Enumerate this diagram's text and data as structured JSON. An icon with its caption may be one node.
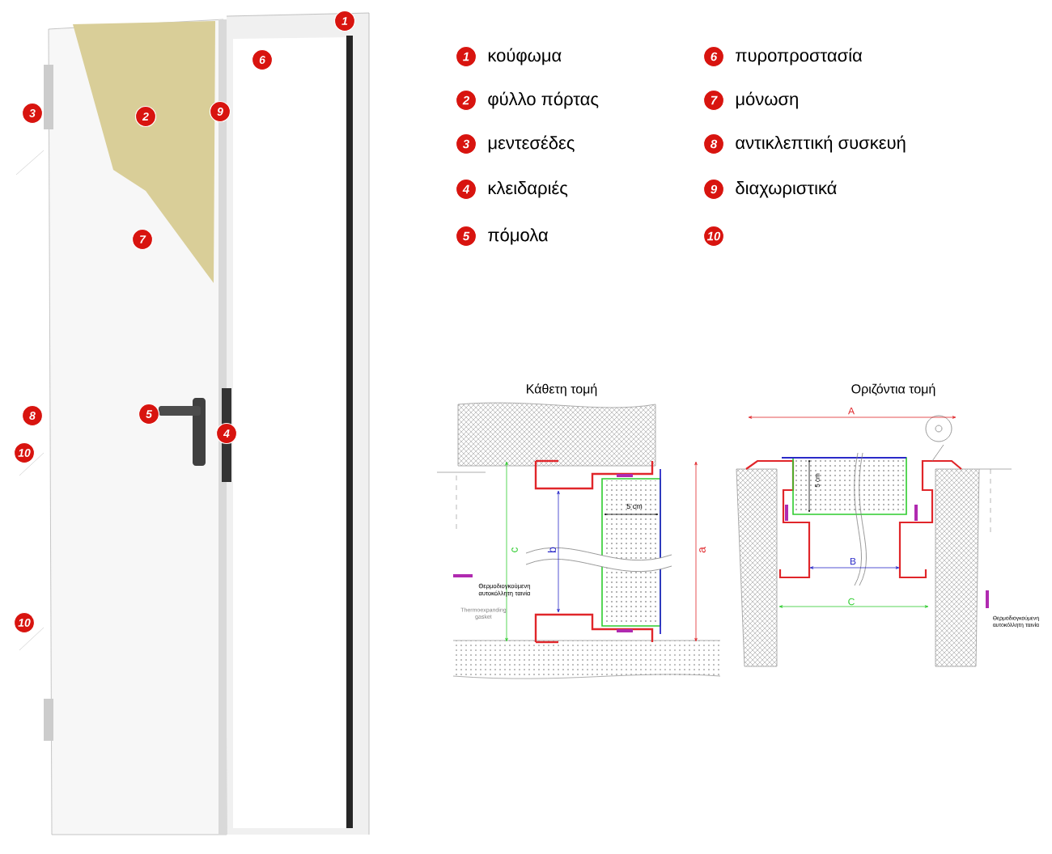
{
  "diagram": {
    "nodes": [
      {
        "text": [
          "1"
        ]
      },
      {
        "text": [
          "6"
        ]
      },
      {
        "text": [
          "3"
        ]
      },
      {
        "text": [
          "9"
        ]
      },
      {
        "text": [
          "2"
        ]
      },
      {
        "text": [
          "7"
        ]
      },
      {
        "text": [
          "8"
        ]
      },
      {
        "text": [
          "5"
        ]
      },
      {
        "text": [
          "4"
        ]
      },
      {
        "text": [
          "10"
        ]
      },
      {
        "text": [
          "10"
        ]
      },
      {
        "text": [
          "1"
        ],
        "beside": [
          "κούφωμα"
        ]
      },
      {
        "text": [
          "2"
        ],
        "beside": [
          "φύλλο πόρτας"
        ]
      },
      {
        "text": [
          "3"
        ],
        "beside": [
          "μεντεσέδες"
        ]
      },
      {
        "text": [
          "4"
        ],
        "beside": [
          "κλειδαριές"
        ]
      },
      {
        "text": [
          "5"
        ],
        "beside": [
          "πόμολα"
        ]
      },
      {
        "text": [
          "6"
        ],
        "beside": [
          "πυροπροστασία"
        ]
      },
      {
        "text": [
          "7"
        ],
        "beside": [
          "μόνωση"
        ]
      },
      {
        "text": [
          "8"
        ],
        "beside": [
          "αντικλεπτική συσκευή"
        ]
      },
      {
        "text": [
          "9"
        ],
        "beside": [
          "διαχωριστικά"
        ]
      },
      {
        "text": [
          "10"
        ]
      }
    ],
    "labels": [
      "Κάθετη τομή",
      "Οριζόντια τομή",
      "A",
      "5 cm",
      "5 cm",
      "c",
      "b",
      "a",
      "B",
      "C",
      "Θερμοδιογκούμενη αυτοκόλλητη ταινία",
      "Thermoexpanding gasket",
      "Θερμοδιογκούμενη αυτοκόλλητη ταινία"
    ]
  }
}
